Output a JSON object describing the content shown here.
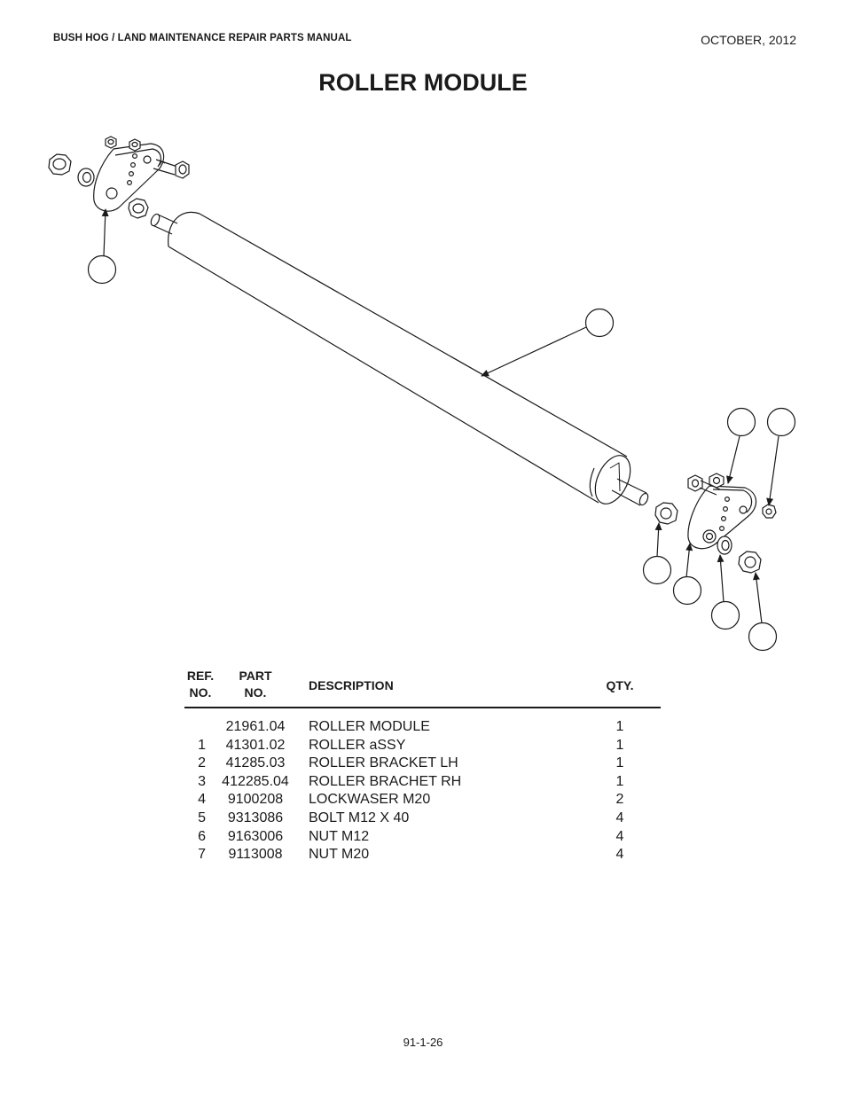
{
  "header": {
    "manual_title": "BUSH HOG / LAND MAINTENANCE REPAIR PARTS MANUAL",
    "date": "OCTOBER, 2012"
  },
  "page_title": "ROLLER MODULE",
  "parts_table": {
    "headers": {
      "ref_line1": "REF.",
      "ref_line2": "NO.",
      "part_line1": "PART",
      "part_line2": "NO.",
      "description": "DESCRIPTION",
      "qty": "QTY."
    },
    "rows": [
      {
        "ref": "",
        "part_no": "21961.04",
        "description": "ROLLER MODULE",
        "qty": "1"
      },
      {
        "ref": "1",
        "part_no": "41301.02",
        "description": "ROLLER aSSY",
        "qty": "1"
      },
      {
        "ref": "2",
        "part_no": "41285.03",
        "description": "ROLLER BRACKET LH",
        "qty": "1"
      },
      {
        "ref": "3",
        "part_no": "412285.04",
        "description": "ROLLER BRACHET RH",
        "qty": "1"
      },
      {
        "ref": "4",
        "part_no": "9100208",
        "description": "LOCKWASER M20",
        "qty": "2"
      },
      {
        "ref": "5",
        "part_no": "9313086",
        "description": "BOLT M12 X 40",
        "qty": "4"
      },
      {
        "ref": "6",
        "part_no": "9163006",
        "description": "NUT M12",
        "qty": "4"
      },
      {
        "ref": "7",
        "part_no": "9113008",
        "description": "NUT M20",
        "qty": "4"
      }
    ]
  },
  "footer": {
    "page_number": "91-1-26"
  }
}
